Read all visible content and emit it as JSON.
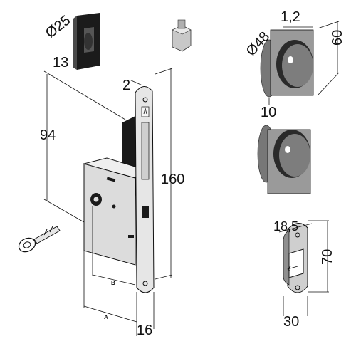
{
  "dimensions": {
    "cylinder_diameter": "Ø25",
    "cylinder_depth": "13",
    "body_height": "94",
    "faceplate_thickness": "2",
    "faceplate_length": "160",
    "faceplate_width": "16",
    "backset_a": "A",
    "backset_b": "B",
    "rose_diameter": "Ø48",
    "rose_thickness": "1,2",
    "rose_size": "60",
    "rose_depth": "10",
    "strike_width": "18,5",
    "strike_height": "70",
    "strike_outer_width": "30"
  },
  "colors": {
    "lock_body": "#d9d9d9",
    "dark_part": "#1a1a1a",
    "rose_plate": "#9a9a9a",
    "background": "#ffffff"
  }
}
